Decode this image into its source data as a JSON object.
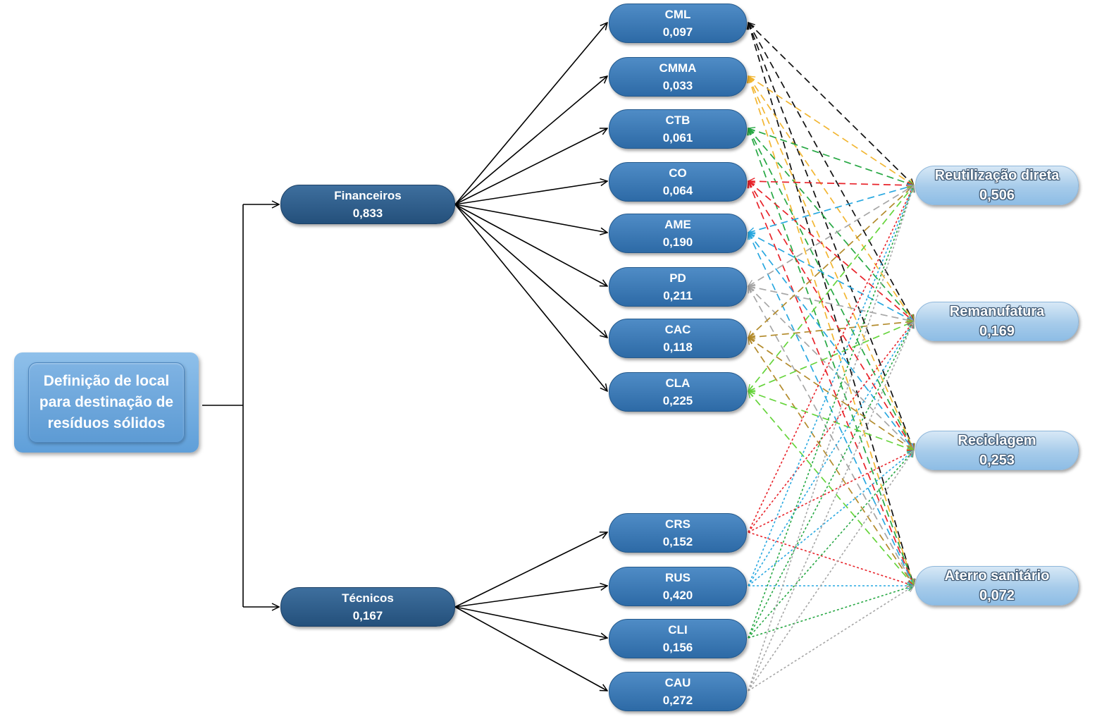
{
  "goal": {
    "label": "Definição de local\npara destinação de\nresíduos sólidos"
  },
  "groups": [
    {
      "label": "Financeiros",
      "value": "0,833"
    },
    {
      "label": "Técnicos",
      "value": "0,167"
    }
  ],
  "criteria": [
    {
      "label": "CML",
      "value": "0,097",
      "group": 0,
      "color": "#111111",
      "style": "dashed"
    },
    {
      "label": "CMMA",
      "value": "0,033",
      "group": 0,
      "color": "#f2b632",
      "style": "dashed"
    },
    {
      "label": "CTB",
      "value": "0,061",
      "group": 0,
      "color": "#27a844",
      "style": "dashed"
    },
    {
      "label": "CO",
      "value": "0,064",
      "group": 0,
      "color": "#e8232a",
      "style": "dashed"
    },
    {
      "label": "AME",
      "value": "0,190",
      "group": 0,
      "color": "#29a8e0",
      "style": "dashed"
    },
    {
      "label": "PD",
      "value": "0,211",
      "group": 0,
      "color": "#a6a6a6",
      "style": "dashed"
    },
    {
      "label": "CAC",
      "value": "0,118",
      "group": 0,
      "color": "#b38b2c",
      "style": "dashed"
    },
    {
      "label": "CLA",
      "value": "0,225",
      "group": 0,
      "color": "#66d43c",
      "style": "dashed"
    },
    {
      "label": "CRS",
      "value": "0,152",
      "group": 1,
      "color": "#e8232a",
      "style": "dotted"
    },
    {
      "label": "RUS",
      "value": "0,420",
      "group": 1,
      "color": "#29a8e0",
      "style": "dotted"
    },
    {
      "label": "CLI",
      "value": "0,156",
      "group": 1,
      "color": "#27a844",
      "style": "dotted"
    },
    {
      "label": "CAU",
      "value": "0,272",
      "group": 1,
      "color": "#a6a6a6",
      "style": "dotted"
    }
  ],
  "alternatives": [
    {
      "label": "Reutilização direta",
      "value": "0,506"
    },
    {
      "label": "Remanufatura",
      "value": "0,169"
    },
    {
      "label": "Reciclagem",
      "value": "0,253"
    },
    {
      "label": "Aterro sanitário",
      "value": "0,072"
    }
  ]
}
